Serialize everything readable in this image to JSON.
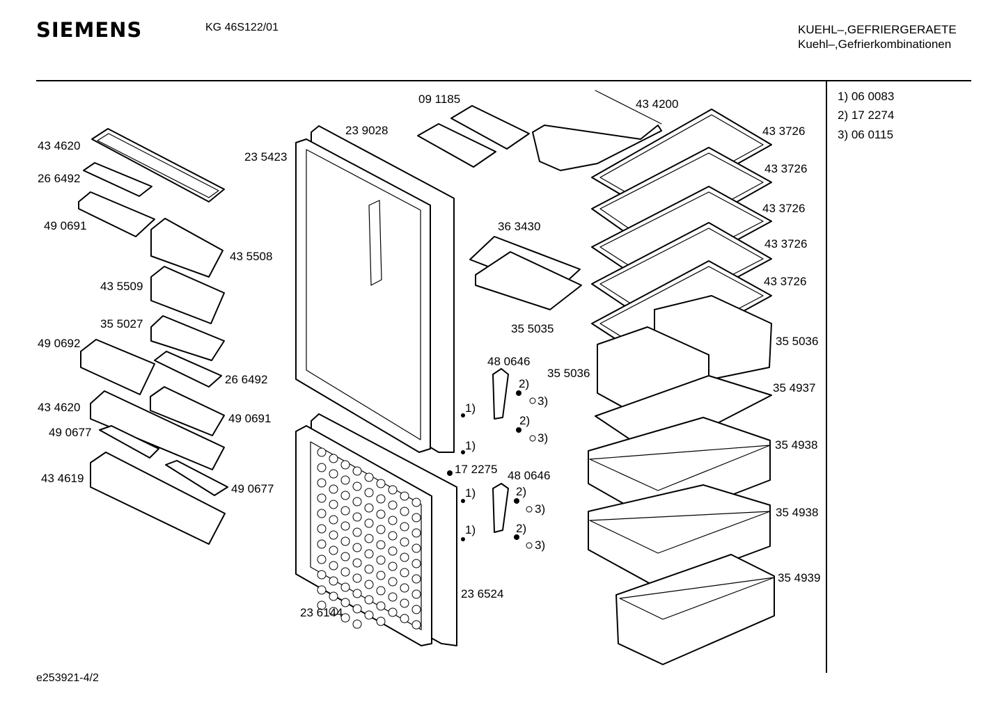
{
  "header": {
    "brand": "SIEMENS",
    "model": "KG 46S122/01",
    "category_line1": "KUEHL–,GEFRIERGERAETE",
    "category_line2": "Kuehl–,Gefrierkombinationen"
  },
  "legend": [
    {
      "text": "1) 06 0083"
    },
    {
      "text": "2) 17 2274"
    },
    {
      "text": "3) 06 0115"
    }
  ],
  "footer": {
    "drawing_id": "e253921-4/2"
  },
  "parts": [
    {
      "text": "09 1185"
    },
    {
      "text": "43 4200"
    },
    {
      "text": "23 9028"
    },
    {
      "text": "23 5423"
    },
    {
      "text": "43 4620"
    },
    {
      "text": "26 6492"
    },
    {
      "text": "49 0691"
    },
    {
      "text": "43 5508"
    },
    {
      "text": "43 5509"
    },
    {
      "text": "35 5027"
    },
    {
      "text": "49 0692"
    },
    {
      "text": "26 6492"
    },
    {
      "text": "43 4620"
    },
    {
      "text": "49 0691"
    },
    {
      "text": "49 0677"
    },
    {
      "text": "43 4619"
    },
    {
      "text": "49 0677"
    },
    {
      "text": "36 3430"
    },
    {
      "text": "35 5035"
    },
    {
      "text": "43 3726"
    },
    {
      "text": "43 3726"
    },
    {
      "text": "43 3726"
    },
    {
      "text": "43 3726"
    },
    {
      "text": "43 3726"
    },
    {
      "text": "35 5036"
    },
    {
      "text": "35 5036"
    },
    {
      "text": "35 4937"
    },
    {
      "text": "35 4938"
    },
    {
      "text": "35 4938"
    },
    {
      "text": "35 4939"
    },
    {
      "text": "48 0646"
    },
    {
      "text": "48 0646"
    },
    {
      "text": "17 2275"
    },
    {
      "text": "23 6524"
    },
    {
      "text": "23 6144"
    },
    {
      "text": "1)"
    },
    {
      "text": "1)"
    },
    {
      "text": "1)"
    },
    {
      "text": "1)"
    },
    {
      "text": "2)"
    },
    {
      "text": "2)"
    },
    {
      "text": "2)"
    },
    {
      "text": "2)"
    },
    {
      "text": "3)"
    },
    {
      "text": "3)"
    },
    {
      "text": "3)"
    },
    {
      "text": "3)"
    }
  ]
}
